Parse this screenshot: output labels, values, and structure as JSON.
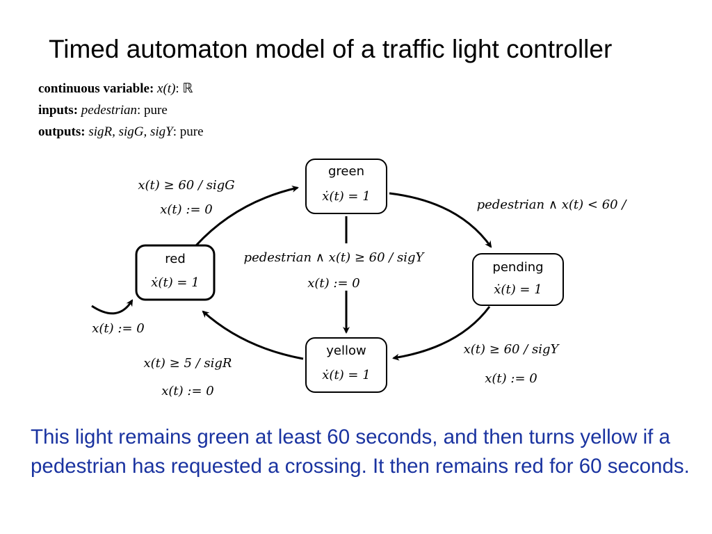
{
  "title": "Timed automaton model of a traffic light controller",
  "declarations": {
    "continuous_keyword": "continuous variable:",
    "continuous_var": "x(t)",
    "continuous_type": ": ℝ",
    "inputs_keyword": "inputs:",
    "inputs_var": "pedestrian",
    "inputs_type": ": pure",
    "outputs_keyword": "outputs:",
    "outputs_vars": "sigR, sigG, sigY",
    "outputs_type": ": pure"
  },
  "states": {
    "green": {
      "name": "green",
      "dynamics": "ẋ(t) = 1"
    },
    "red": {
      "name": "red",
      "dynamics": "ẋ(t) = 1"
    },
    "pending": {
      "name": "pending",
      "dynamics": "ẋ(t) = 1"
    },
    "yellow": {
      "name": "yellow",
      "dynamics": "ẋ(t) = 1"
    }
  },
  "transitions": {
    "red_to_green": {
      "guard": "x(t) ≥ 60 / sigG",
      "action": "x(t) := 0"
    },
    "green_to_pending": {
      "guard": "pedestrian ∧ x(t) < 60 /"
    },
    "green_to_yellow": {
      "guard": "pedestrian ∧ x(t) ≥ 60 / sigY",
      "action": "x(t) := 0"
    },
    "pending_to_yellow": {
      "guard": "x(t) ≥ 60 / sigY",
      "action": "x(t) := 0"
    },
    "yellow_to_red": {
      "guard": "x(t) ≥ 5 / sigR",
      "action": "x(t) := 0"
    },
    "initial": {
      "action": "x(t) := 0"
    }
  },
  "caption": "This light remains green at least 60 seconds, and then turns yellow if a pedestrian has requested a crossing. It then remains red for 60 seconds."
}
